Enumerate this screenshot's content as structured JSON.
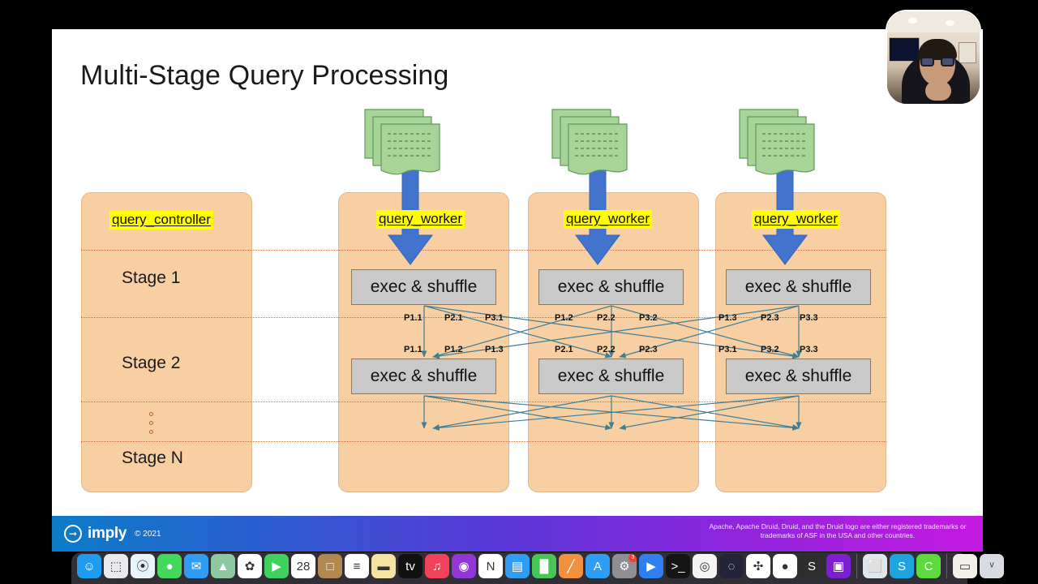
{
  "slide": {
    "title": "Multi-Stage Query Processing",
    "controller_panel": {
      "label": "query_controller",
      "stages": [
        "Stage 1",
        "Stage 2",
        "Stage N"
      ],
      "ellipsis": "⋮"
    },
    "workers": [
      {
        "label": "query_worker",
        "stage1_box": "exec & shuffle",
        "stage2_box": "exec & shuffle"
      },
      {
        "label": "query_worker",
        "stage1_box": "exec & shuffle",
        "stage2_box": "exec & shuffle"
      },
      {
        "label": "query_worker",
        "stage1_box": "exec & shuffle",
        "stage2_box": "exec & shuffle"
      }
    ],
    "partition_labels": {
      "output_row": [
        "P1.1",
        "P2.1",
        "P3.1",
        "P1.2",
        "P2.2",
        "P3.2",
        "P1.3",
        "P2.3",
        "P3.3"
      ],
      "input_row": [
        "P1.1",
        "P1.2",
        "P1.3",
        "P2.1",
        "P2.2",
        "P2.3",
        "P3.1",
        "P3.2",
        "P3.3"
      ]
    },
    "icons": {
      "documents": "document-stack-icon",
      "ingest_arrow": "down-arrow-icon"
    },
    "colors": {
      "panel_fill": "#f7cfa3",
      "panel_border": "#e3b98c",
      "exec_box_fill": "#c9c9c9",
      "highlight": "#ffff00",
      "arrow_blue": "#4274cd",
      "shuffle_arrow": "#3f7f95",
      "document_green": "#a8d49a",
      "divider": "#b5653c"
    }
  },
  "footer": {
    "brand": "imply",
    "copyright": "© 2021",
    "legal": "Apache, Apache Druid, Druid, and the Druid logo are either registered trademarks or trademarks of ASF in the USA and other countries."
  },
  "webcam": {
    "label": "presenter-video"
  },
  "dock": {
    "items": [
      {
        "name": "finder",
        "glyph": "☺",
        "bg": "#1e9cf0",
        "running": true
      },
      {
        "name": "launchpad",
        "glyph": "⬚",
        "bg": "#e9e9ee",
        "running": false
      },
      {
        "name": "safari",
        "glyph": "⦿",
        "bg": "#e8f3fb",
        "running": false
      },
      {
        "name": "messages",
        "glyph": "●",
        "bg": "#43d95b",
        "running": false
      },
      {
        "name": "mail",
        "glyph": "✉",
        "bg": "#2f9df4",
        "running": false
      },
      {
        "name": "maps",
        "glyph": "▲",
        "bg": "#8ec8a0",
        "running": false
      },
      {
        "name": "photos",
        "glyph": "✿",
        "bg": "#ffffff",
        "running": false
      },
      {
        "name": "facetime",
        "glyph": "▶",
        "bg": "#3fd15e",
        "running": false
      },
      {
        "name": "calendar",
        "glyph": "28",
        "bg": "#ffffff",
        "running": false
      },
      {
        "name": "contacts",
        "glyph": "□",
        "bg": "#b2884f",
        "running": false
      },
      {
        "name": "reminders",
        "glyph": "≡",
        "bg": "#ffffff",
        "running": false
      },
      {
        "name": "notes",
        "glyph": "▬",
        "bg": "#f4e3a1",
        "running": true
      },
      {
        "name": "apple-tv",
        "glyph": "tv",
        "bg": "#111111",
        "running": false
      },
      {
        "name": "music",
        "glyph": "♫",
        "bg": "#f2415a",
        "running": false
      },
      {
        "name": "podcasts",
        "glyph": "◉",
        "bg": "#9237d6",
        "running": false
      },
      {
        "name": "news",
        "glyph": "N",
        "bg": "#ffffff",
        "running": false
      },
      {
        "name": "keynote",
        "glyph": "▤",
        "bg": "#2f9df4",
        "running": false
      },
      {
        "name": "numbers",
        "glyph": "█",
        "bg": "#46c655",
        "running": true
      },
      {
        "name": "pages",
        "glyph": "╱",
        "bg": "#f2913d",
        "running": false
      },
      {
        "name": "app-store",
        "glyph": "A",
        "bg": "#2f9df4",
        "running": false
      },
      {
        "name": "system-preferences",
        "glyph": "⚙",
        "bg": "#8e8e93",
        "running": true,
        "badge": "3"
      },
      {
        "name": "zoom",
        "glyph": "▶",
        "bg": "#2f7ff0",
        "running": true
      },
      {
        "name": "terminal",
        "glyph": ">_",
        "bg": "#151515",
        "running": true
      },
      {
        "name": "screenflow",
        "glyph": "◎",
        "bg": "#f4f4f4",
        "running": false
      },
      {
        "name": "obs-studio",
        "glyph": "◌",
        "bg": "#23243a",
        "running": true
      },
      {
        "name": "slack",
        "glyph": "✣",
        "bg": "#ffffff",
        "running": true
      },
      {
        "name": "google-chrome",
        "glyph": "●",
        "bg": "#ffffff",
        "running": true
      },
      {
        "name": "sublime-text",
        "glyph": "S",
        "bg": "#2d2d2d",
        "running": false
      },
      {
        "name": "camera-app",
        "glyph": "▣",
        "bg": "#7d1fd0",
        "running": false
      },
      {
        "name": "screen-sharing",
        "glyph": "⬜",
        "bg": "#dfe6ee",
        "running": false
      },
      {
        "name": "skype",
        "glyph": "S",
        "bg": "#1ea5e0",
        "running": false
      },
      {
        "name": "camtasia",
        "glyph": "C",
        "bg": "#5ddb3e",
        "running": true
      },
      {
        "name": "document-file",
        "glyph": "▭",
        "bg": "#f1efe8",
        "running": false
      },
      {
        "name": "trash",
        "glyph": "ᵛ",
        "bg": "#d8dce0",
        "running": false
      }
    ]
  }
}
